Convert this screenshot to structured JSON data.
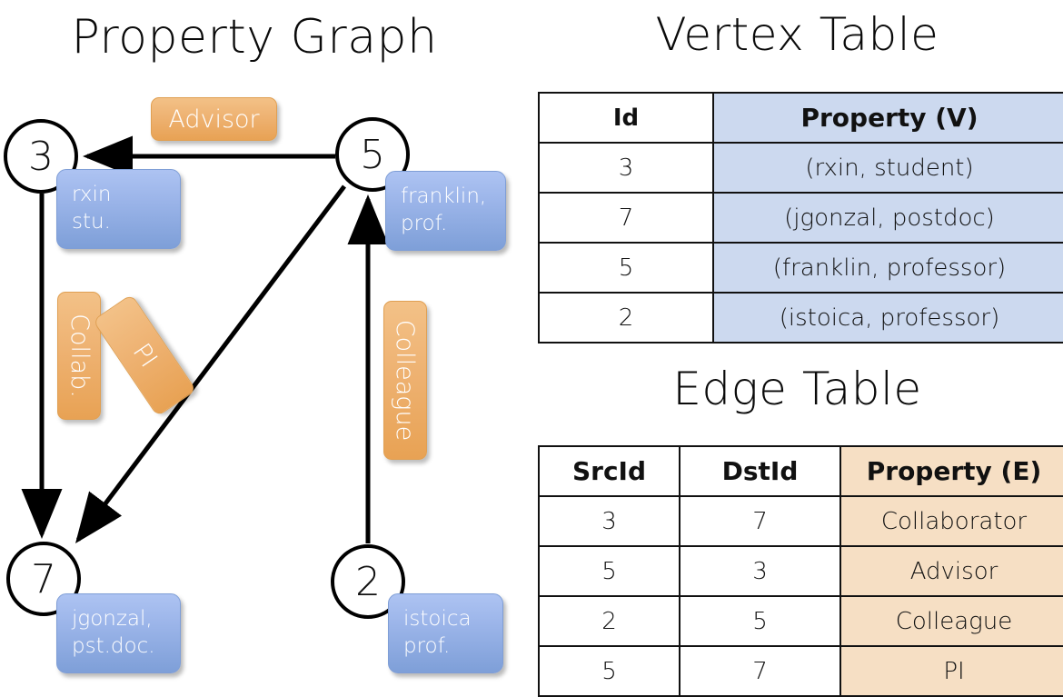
{
  "titles": {
    "property_graph": "Property Graph",
    "vertex_table": "Vertex Table",
    "edge_table": "Edge Table"
  },
  "graph": {
    "nodes": [
      {
        "id": "3",
        "label": "3",
        "property_lines": [
          "rxin",
          "stu."
        ]
      },
      {
        "id": "5",
        "label": "5",
        "property_lines": [
          "franklin,",
          "prof."
        ]
      },
      {
        "id": "7",
        "label": "7",
        "property_lines": [
          "jgonzal,",
          "pst.doc."
        ]
      },
      {
        "id": "2",
        "label": "2",
        "property_lines": [
          "istoica",
          "prof."
        ]
      }
    ],
    "edge_labels": [
      {
        "name": "advisor",
        "text": "Advisor",
        "orientation": "horizontal"
      },
      {
        "name": "collab",
        "text": "Collab.",
        "orientation": "vertical"
      },
      {
        "name": "pi",
        "text": "PI",
        "orientation": "vertical-rotated"
      },
      {
        "name": "colleague",
        "text": "Colleague",
        "orientation": "vertical"
      }
    ],
    "edges": [
      {
        "src": "5",
        "dst": "3",
        "label": "Advisor"
      },
      {
        "src": "3",
        "dst": "7",
        "label": "Collab."
      },
      {
        "src": "5",
        "dst": "7",
        "label": "PI"
      },
      {
        "src": "2",
        "dst": "5",
        "label": "Colleague"
      }
    ]
  },
  "vertex_table": {
    "headers": [
      "Id",
      "Property (V)"
    ],
    "rows": [
      {
        "id": "3",
        "property": "(rxin, student)"
      },
      {
        "id": "7",
        "property": "(jgonzal, postdoc)"
      },
      {
        "id": "5",
        "property": "(franklin, professor)"
      },
      {
        "id": "2",
        "property": "(istoica, professor)"
      }
    ]
  },
  "edge_table": {
    "headers": [
      "SrcId",
      "DstId",
      "Property (E)"
    ],
    "rows": [
      {
        "src": "3",
        "dst": "7",
        "property": "Collaborator"
      },
      {
        "src": "5",
        "dst": "3",
        "property": "Advisor"
      },
      {
        "src": "2",
        "dst": "5",
        "property": "Colleague"
      },
      {
        "src": "5",
        "dst": "7",
        "property": "PI"
      }
    ]
  },
  "colors": {
    "vertex_property_fill": "#ccd9ef",
    "edge_property_fill": "#f6dfc4",
    "node_box_blue": "#9db6ea",
    "edge_label_orange": "#eeb272",
    "stroke": "#111111",
    "background": "#ffffff"
  }
}
